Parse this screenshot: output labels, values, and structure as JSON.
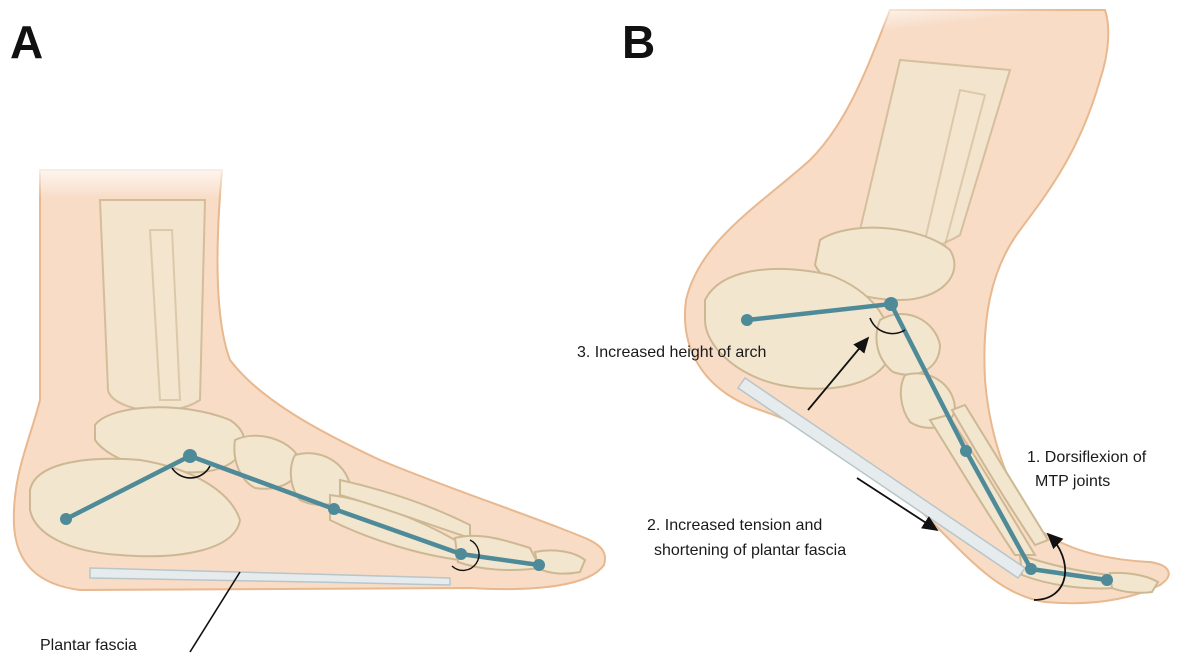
{
  "panels": [
    {
      "label": "A",
      "annotations": {
        "fascia": "Plantar fascia"
      }
    },
    {
      "label": "B",
      "annotations": {
        "dorsiflexion_line1": "1. Dorsiflexion of",
        "dorsiflexion_line2": "MTP joints",
        "tension_line1": "2. Increased tension and",
        "tension_line2": "shortening of plantar fascia",
        "arch": "3. Increased height of arch"
      }
    }
  ],
  "colors": {
    "skin": "#f8dcc6",
    "skin_outline": "#e8b88f",
    "bone": "#f3e6cf",
    "bone_outline": "#cdb894",
    "fascia": "#e6ecee",
    "linkage": "#4f8a99"
  }
}
